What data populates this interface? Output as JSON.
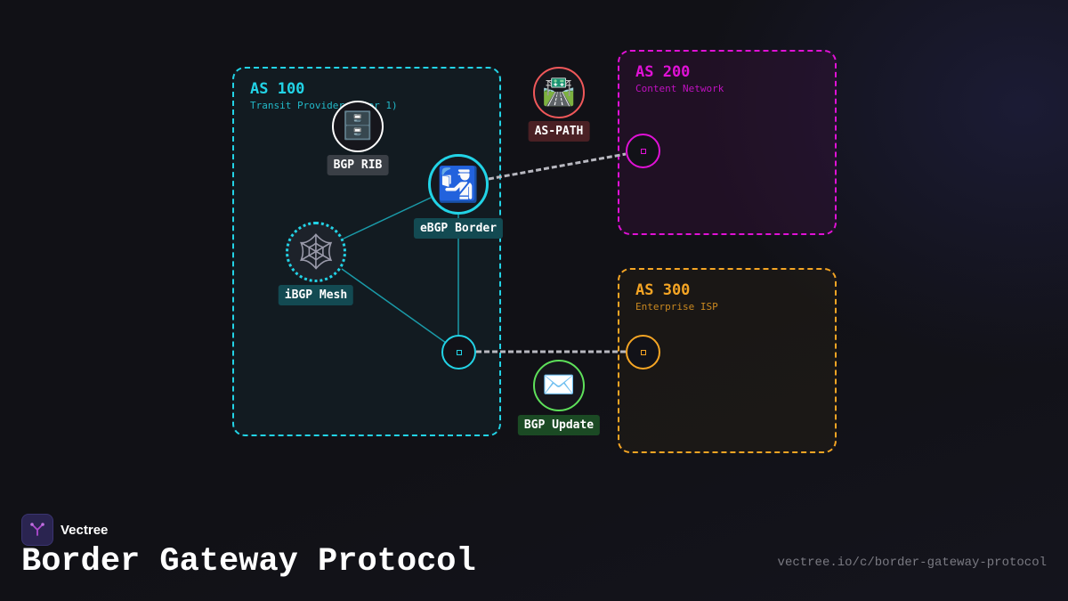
{
  "brand": {
    "name": "Vectree"
  },
  "page": {
    "title": "Border Gateway Protocol",
    "url": "vectree.io/c/border-gateway-protocol"
  },
  "systems": {
    "as100": {
      "title": "AS 100",
      "subtitle": "Transit Provider (Tier 1)",
      "color": "#22d3e6"
    },
    "as200": {
      "title": "AS 200",
      "subtitle": "Content Network",
      "color": "#e011d6"
    },
    "as300": {
      "title": "AS 300",
      "subtitle": "Enterprise ISP",
      "color": "#f5a524"
    }
  },
  "nodes": {
    "rib": {
      "label": "BGP RIB",
      "icon": "file-cabinet-icon",
      "glyph": "🗄️"
    },
    "ebgp": {
      "label": "eBGP Border",
      "icon": "passport-control-icon",
      "glyph": "🛂"
    },
    "ibgp": {
      "label": "iBGP Mesh",
      "icon": "spider-web-icon",
      "glyph": "🕸"
    },
    "aspath": {
      "label": "AS-PATH",
      "icon": "motorway-icon",
      "glyph": "🛣️"
    },
    "update": {
      "label": "BGP Update",
      "icon": "envelope-icon",
      "glyph": "✉️"
    }
  },
  "colors": {
    "background": "#111116",
    "link": "#1a9aa8",
    "peering": "#b8b8c0"
  }
}
